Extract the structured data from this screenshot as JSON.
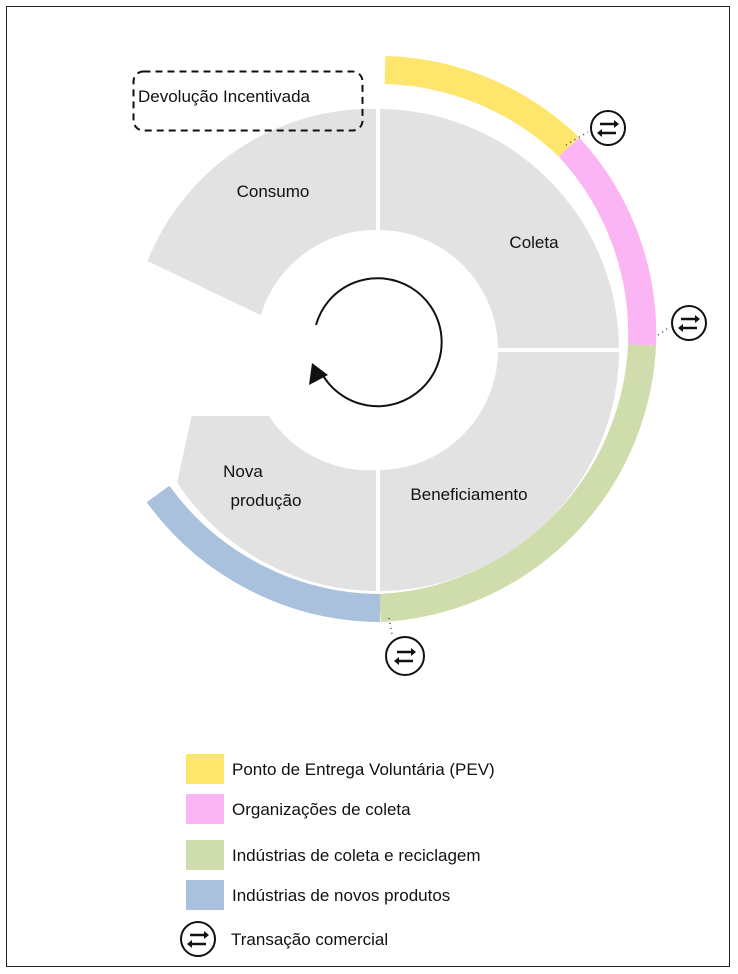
{
  "diagram": {
    "segments": {
      "consumo": "Consumo",
      "coleta": "Coleta",
      "beneficiamento": "Beneficiamento",
      "nova_producao_line1": "Nova",
      "nova_producao_line2": "produção"
    },
    "dashed_label": "Devolução Incentivada",
    "colors": {
      "segment_fill": "#e2e2e2",
      "pev": "#fde66b",
      "coleta_org": "#fbb4f4",
      "industrias_reciclagem": "#cfdcab",
      "industrias_novos": "#a9c1dd"
    }
  },
  "legend": {
    "items": [
      {
        "label": "Ponto de Entrega Voluntária (PEV)",
        "color": "#fde66b"
      },
      {
        "label": "Organizações de coleta",
        "color": "#fbb4f4"
      },
      {
        "label": "Indústrias de coleta e reciclagem",
        "color": "#cfdcab"
      },
      {
        "label": "Indústrias de novos produtos",
        "color": "#a9c1dd"
      }
    ],
    "transaction_label": "Transação comercial",
    "transaction_icon": "exchange-arrows-icon"
  }
}
